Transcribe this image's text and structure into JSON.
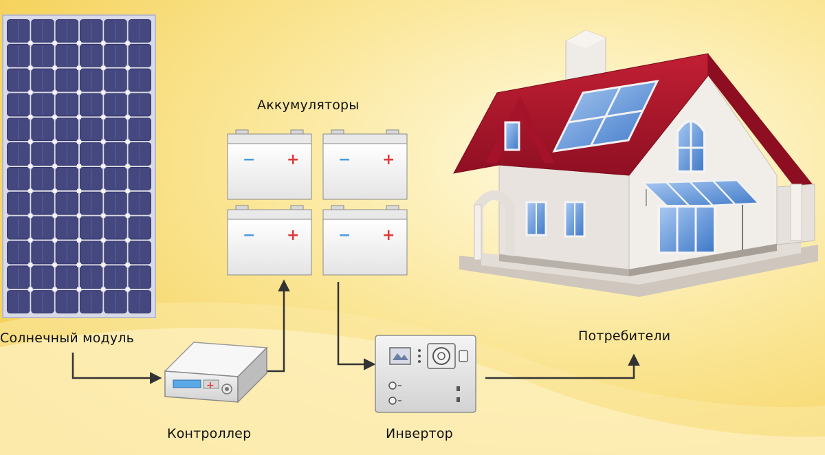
{
  "labels": {
    "solar_module": "Солнечный модуль",
    "batteries": "Аккумуляторы",
    "controller": "Контроллер",
    "inverter": "Инвертор",
    "consumers": "Потребители"
  },
  "battery_terminals": {
    "minus": "−",
    "plus": "+"
  },
  "colors": {
    "background_light": "#fff6c8",
    "background_gold": "#f6d45a",
    "panel_cell": "#4a4d86",
    "panel_frame": "#d7d8e6",
    "roof": "#b1172d",
    "wall": "#eeeae6",
    "window_glass": "#5d8fd4",
    "arrow": "#333333",
    "plus_red": "#e03a3a",
    "minus_blue": "#4a9be0"
  },
  "icons": {
    "solar_panel": "solar-panel-icon",
    "battery": "battery-icon",
    "controller": "controller-device-icon",
    "inverter": "inverter-device-icon",
    "house": "house-icon"
  }
}
